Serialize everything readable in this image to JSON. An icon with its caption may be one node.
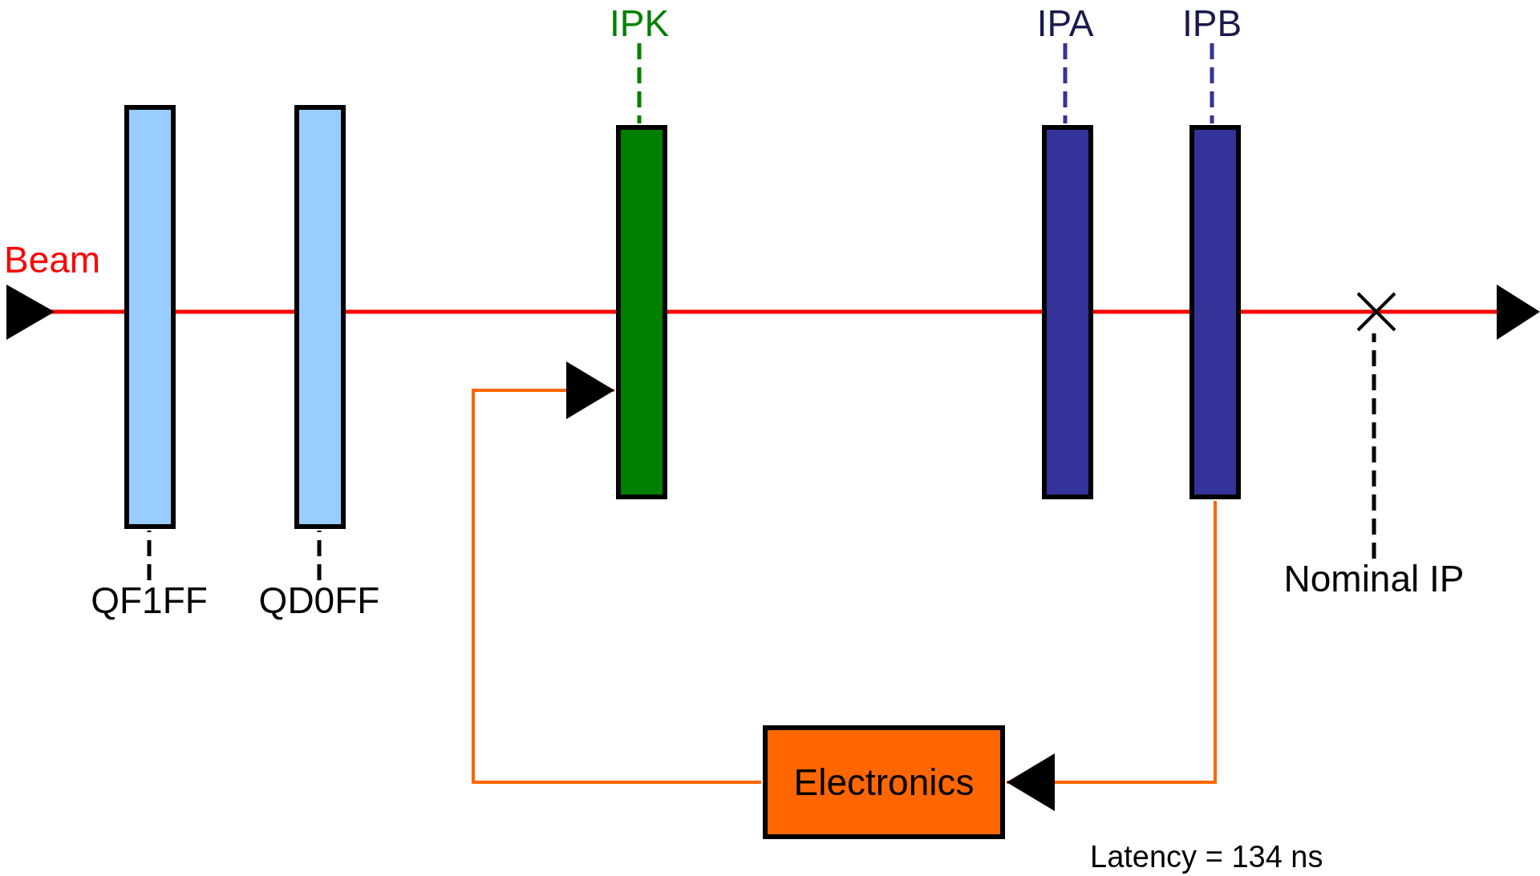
{
  "diagram": {
    "nodes": [
      {
        "text": [],
        "shape": "bar"
      },
      {
        "text": [],
        "shape": "bar"
      },
      {
        "text": [],
        "shape": "bar"
      },
      {
        "text": [],
        "shape": "bar"
      },
      {
        "text": [],
        "shape": "bar"
      },
      {
        "text": [
          "Electronics"
        ]
      },
      {
        "text": [
          "QF1FF"
        ]
      },
      {
        "text": [
          "QD0FF"
        ]
      },
      {
        "text": [
          "IPK"
        ]
      },
      {
        "text": [
          "IPA"
        ]
      },
      {
        "text": [
          "IPB"
        ]
      },
      {
        "text": [
          "Nominal IP"
        ]
      },
      {
        "text": [],
        "shape": "cross"
      }
    ],
    "edges": [
      {
        "from": 6,
        "to": 0,
        "arrow": "none",
        "style": "dashed"
      },
      {
        "from": 7,
        "to": 1,
        "arrow": "none",
        "style": "dashed"
      },
      {
        "from": 8,
        "to": 2,
        "arrow": "none",
        "style": "dashed",
        "color": "#008000"
      },
      {
        "from": 9,
        "to": 3,
        "arrow": "none",
        "style": "dashed",
        "color": "#333399"
      },
      {
        "from": 10,
        "to": 4,
        "arrow": "none",
        "style": "dashed",
        "color": "#333399"
      },
      {
        "from": 11,
        "to": 12,
        "arrow": "none",
        "style": "dashed"
      },
      {
        "from": 4,
        "to": 5,
        "arrow": "to",
        "color": "#ff6600"
      },
      {
        "from": 5,
        "to": 2,
        "arrow": "to",
        "color": "#ff6600"
      }
    ],
    "labels": [
      "Beam",
      "Latency = 134 ns"
    ]
  }
}
